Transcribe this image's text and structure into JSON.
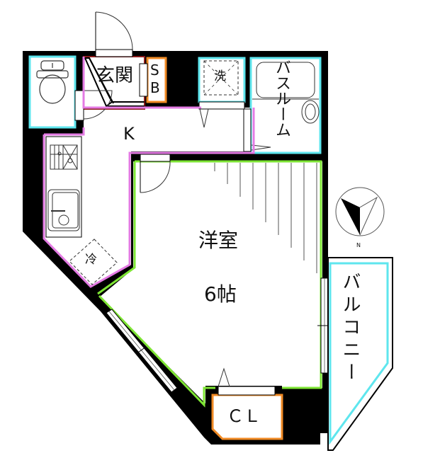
{
  "floor_plan": {
    "type": "apartment-1K",
    "rooms": {
      "entrance": {
        "label": "玄関"
      },
      "shoe_box": {
        "label_line1": "S",
        "label_line2": "B"
      },
      "washer": {
        "label": "洗"
      },
      "bathroom": {
        "label": "バスルーム"
      },
      "kitchen": {
        "label": "K"
      },
      "fridge": {
        "label": "冷"
      },
      "western_room": {
        "label": "洋室",
        "size": "6帖"
      },
      "closet": {
        "label": "ＣＬ"
      },
      "balcony": {
        "label": "バルコニー"
      }
    },
    "compass": {
      "label": "N"
    },
    "colors": {
      "wall": "#000000",
      "wet_area_outline": "#5ee6ee",
      "kitchen_outline": "#e47be4",
      "room_outline": "#7ee534",
      "storage_outline": "#f08a24",
      "entrance_outline": "#8b1a1a"
    }
  }
}
